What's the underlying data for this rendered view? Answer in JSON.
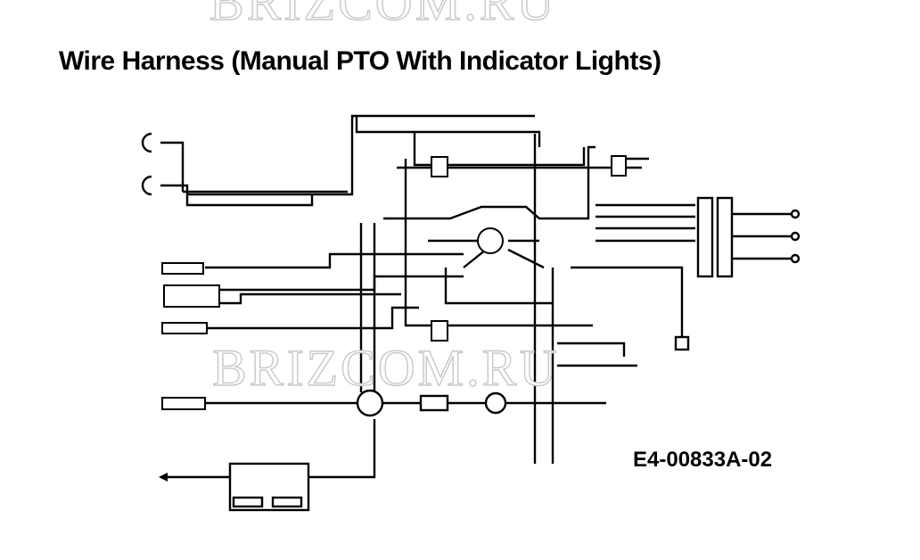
{
  "title": "Wire Harness (Manual PTO With Indicator Lights)",
  "code": "E4-00833A-02",
  "watermark": "BRIZCOM.RU"
}
